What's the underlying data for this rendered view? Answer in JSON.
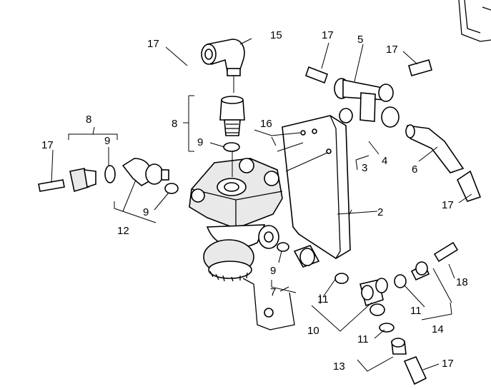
{
  "labels": {
    "l2": "2",
    "l3": "3",
    "l4": "4",
    "l5": "5",
    "l6": "6",
    "l7": "7",
    "l8a": "8",
    "l8b": "8",
    "l9a": "9",
    "l9b": "9",
    "l9c": "9",
    "l9d": "9",
    "l10": "10",
    "l11a": "11",
    "l11b": "11",
    "l11c": "11",
    "l12": "12",
    "l13": "13",
    "l14": "14",
    "l15": "15",
    "l16": "16",
    "l17a": "17",
    "l17b": "17",
    "l17c": "17",
    "l17d": "17",
    "l17e": "17",
    "l17f": "17",
    "l18": "18"
  }
}
